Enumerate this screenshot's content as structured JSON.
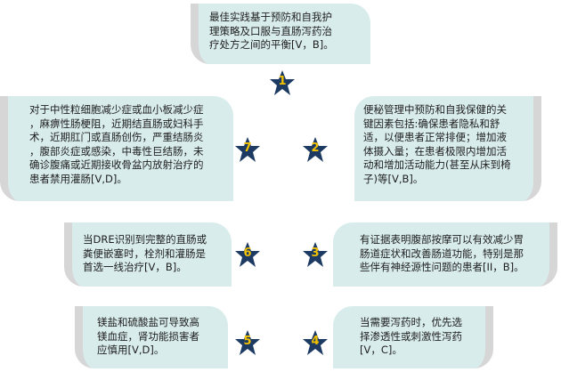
{
  "steps": [
    {
      "num": "1",
      "text": "最佳实践基于预防和自我护\n理策略及口服与直肠泻药治\n疗处方之间的平衡[V，B]。"
    },
    {
      "num": "2",
      "text": "便秘管理中预防和自我保健的关\n键因素包括:确保患者隐私和舒\n适，以便患者正常排便；增加液\n体摄入量；在患者极限内增加活\n动和增加活动能力(甚至从床到椅\n子)等[V,B]。"
    },
    {
      "num": "3",
      "text": "有证据表明腹部按摩可以有效减少胃\n肠道症状和改善肠道功能，特别是那\n些伴有神经源性问题的患者[II，B]。"
    },
    {
      "num": "4",
      "text": "当需要泻药时，优先选\n择渗透性或刺激性泻药\n[V，C]。"
    },
    {
      "num": "5",
      "text": "镁盐和硫酸盐可导致高\n镁血症，肾功能损害者\n应慎用[V,D]。"
    },
    {
      "num": "6",
      "text": "当DRE识别到完整的直肠或\n粪便嵌塞时，栓剂和灌肠是\n首选一线治疗[V，B]。"
    },
    {
      "num": "7",
      "text": "对于中性粒细胞减少症或血小板减少症\n，麻痹性肠梗阻，近期结直肠或妇科手\n术，近期肛门或直肠创伤，严重结肠炎\n，腹部炎症或感染，中毒性巨结肠，未\n确诊腹痛或近期接收骨盆内放射治疗的\n患者禁用灌肠[V,D]。"
    }
  ],
  "colors": {
    "card": "#d9ecec",
    "bar": "#d6d6d6",
    "star": "#1d3a63",
    "number": "#f2c200"
  }
}
